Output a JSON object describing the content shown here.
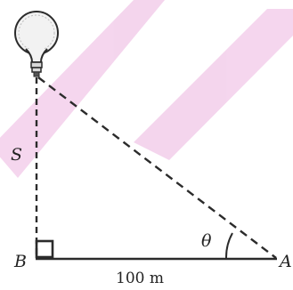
{
  "labels": {
    "point_b": "B",
    "point_a": "A",
    "side_s": "S",
    "angle": "θ",
    "base_length": "100 m"
  },
  "colors": {
    "line": "#2b2b2b",
    "watermark": "#c81ea0"
  },
  "icons": {
    "light_source": "light-bulb-icon"
  }
}
